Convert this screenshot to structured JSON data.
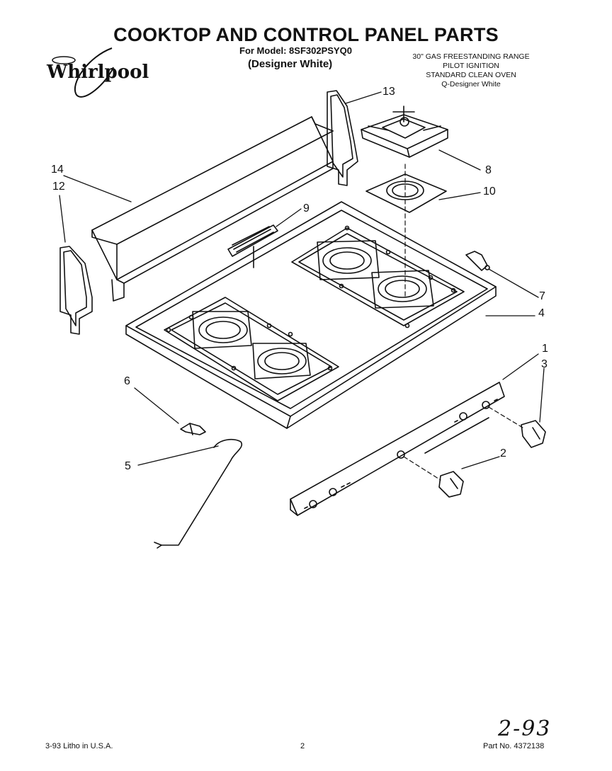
{
  "header": {
    "title": "COOKTOP AND CONTROL PANEL PARTS",
    "model_line": "For Model: 8SF302PSYQ0",
    "variant": "(Designer White)",
    "brand": "Whirlpool",
    "specs": [
      "30\" GAS FREESTANDING RANGE",
      "PILOT IGNITION",
      "STANDARD CLEAN OVEN",
      "Q-Designer White"
    ]
  },
  "callouts": [
    "1",
    "2",
    "3",
    "4",
    "5",
    "6",
    "7",
    "8",
    "9",
    "10",
    "12",
    "13",
    "14"
  ],
  "footer": {
    "litho": "3-93 Litho in U.S.A.",
    "page": "2",
    "part_no": "Part No. 4372138",
    "handwritten": "2-93"
  }
}
